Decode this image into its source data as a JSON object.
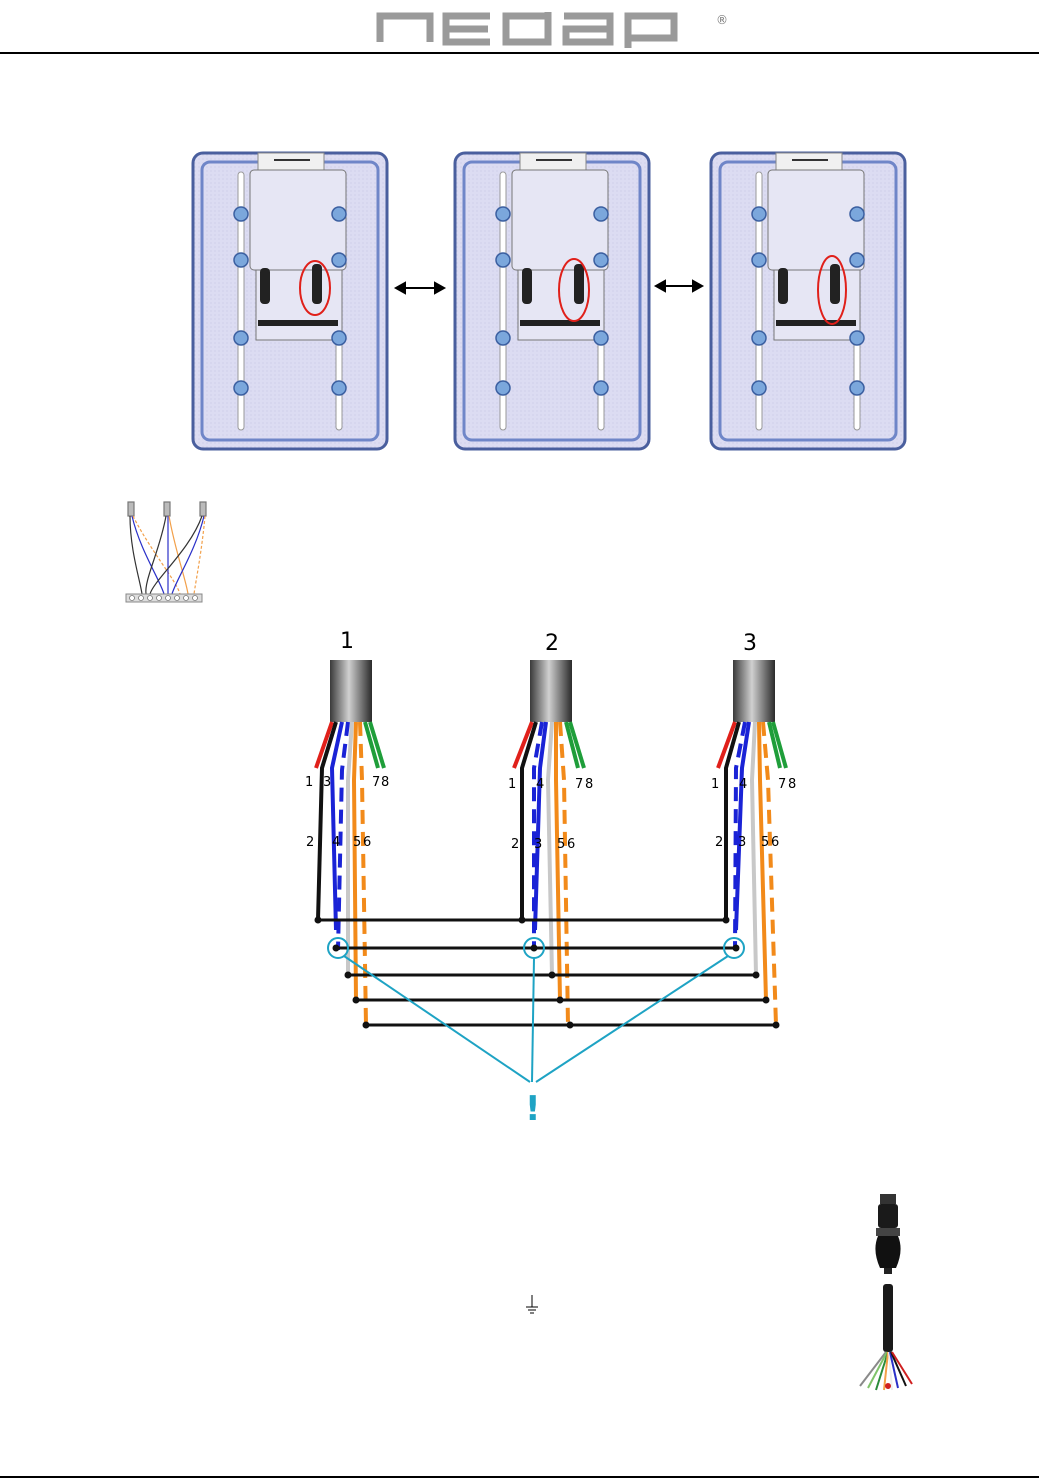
{
  "header": {
    "logo_text": "nedap",
    "registered_mark": "®"
  },
  "readers": {
    "count": 3,
    "colors": {
      "panel_fill": "#dcdcf2",
      "panel_border": "#5a6fb0",
      "mount_hole": "#7ba7dc",
      "highlight": "#e0201a"
    }
  },
  "cables": [
    {
      "id": "1",
      "top_labels": [
        "1",
        "3",
        "7",
        "8"
      ],
      "bottom_labels": [
        "2",
        "4",
        "5",
        "6"
      ]
    },
    {
      "id": "2",
      "top_labels": [
        "1",
        "4",
        "7",
        "8"
      ],
      "bottom_labels": [
        "2",
        "3",
        "5",
        "6"
      ]
    },
    {
      "id": "3",
      "top_labels": [
        "1",
        "4",
        "7",
        "8"
      ],
      "bottom_labels": [
        "2",
        "3",
        "5",
        "6"
      ]
    }
  ],
  "warning": {
    "mark": "!",
    "color": "#1ea3c4"
  },
  "wire_colors": {
    "red": "#e0201a",
    "black": "#111111",
    "blue": "#1a23d6",
    "grey": "#c8c8c8",
    "orange": "#f28a1a",
    "green": "#1f9e3a"
  },
  "ground_symbol": "⏚"
}
